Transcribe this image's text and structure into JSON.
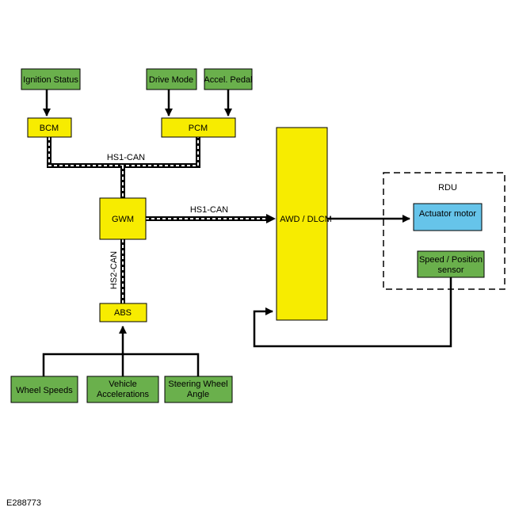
{
  "colors": {
    "input_box": "#6ab04c",
    "module_box": "#f7ec00",
    "actuator_box": "#66c4ea",
    "stroke": "#000000",
    "can_dash": "#ffffff"
  },
  "inputs": {
    "ignition": "Ignition Status",
    "drive_mode": "Drive Mode",
    "accel_pedal": "Accel. Pedal",
    "wheel_speeds": "Wheel Speeds",
    "vehicle_accel_1": "Vehicle",
    "vehicle_accel_2": "Accelerations",
    "steering_1": "Steering Wheel",
    "steering_2": "Angle"
  },
  "modules": {
    "bcm": "BCM",
    "pcm": "PCM",
    "gwm": "GWM",
    "abs": "ABS",
    "awd": "AWD / DLCM"
  },
  "buses": {
    "hs1_top": "HS1-CAN",
    "hs1_right": "HS1-CAN",
    "hs2": "HS2-CAN"
  },
  "rdu": {
    "title": "RDU",
    "actuator": "Actuator motor",
    "sensor_1": "Speed / Position",
    "sensor_2": "sensor"
  },
  "figure_id": "E288773"
}
